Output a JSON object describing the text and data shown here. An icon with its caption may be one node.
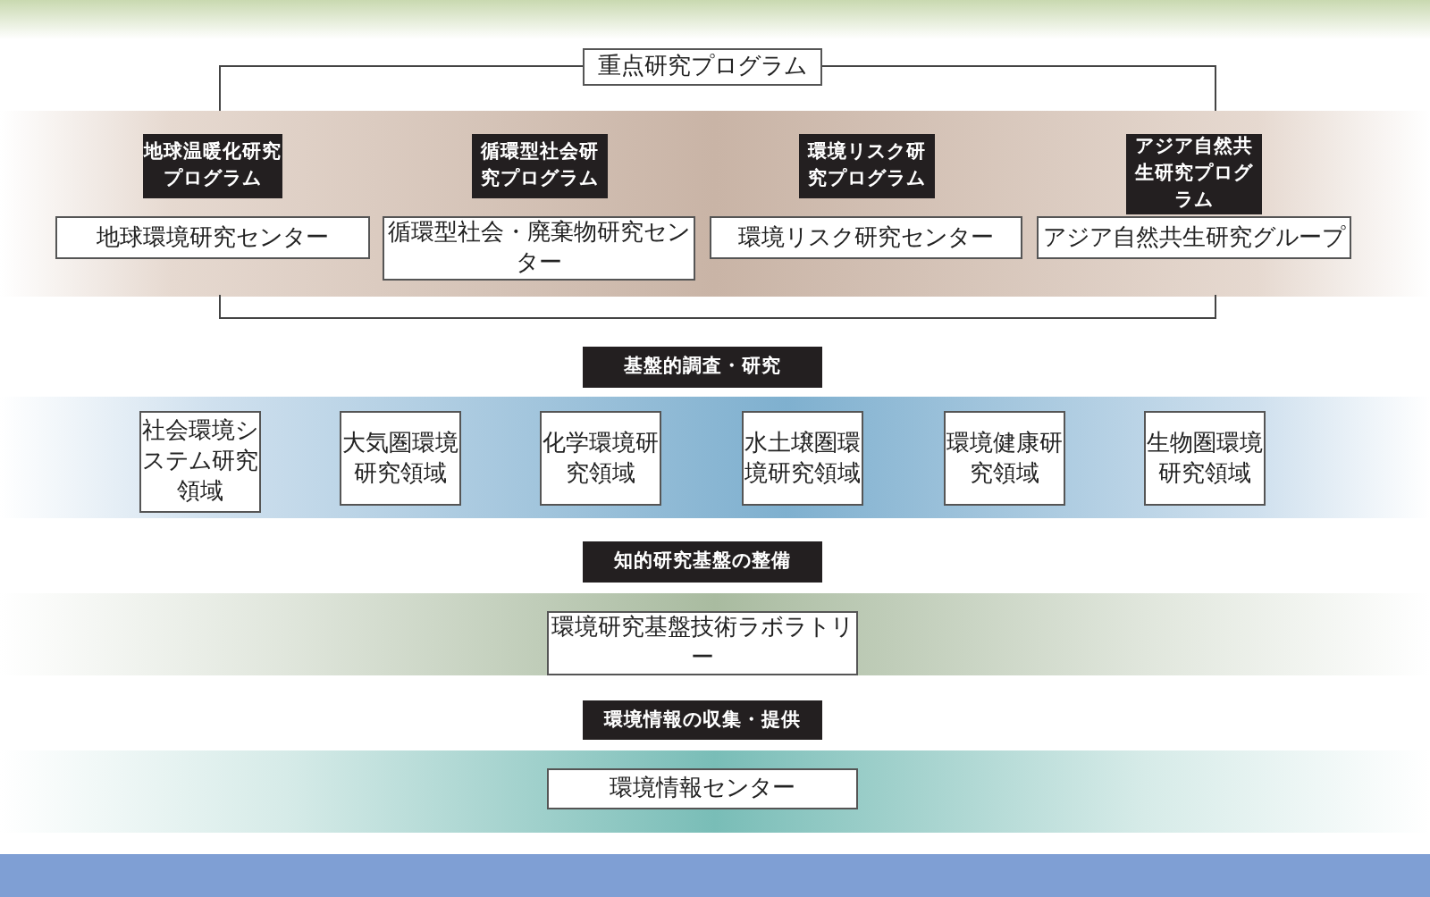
{
  "diagram": {
    "nodes": [
      {
        "text": [
          "重点研究プログラム"
        ]
      },
      {
        "text": [
          "地球温暖化研究プログラム"
        ]
      },
      {
        "text": [
          "循環型社会研究プログラム"
        ]
      },
      {
        "text": [
          "環境リスク研究プログラム"
        ]
      },
      {
        "text": [
          "アジア自然共生研究プログラム"
        ]
      },
      {
        "text": [
          "地球環境研究センター"
        ]
      },
      {
        "text": [
          "循環型社会・廃棄物研究センター"
        ]
      },
      {
        "text": [
          "環境リスク研究センター"
        ]
      },
      {
        "text": [
          "アジア自然共生研究グループ"
        ]
      },
      {
        "text": [
          "基盤的調査・研究"
        ]
      },
      {
        "text": [
          "社会環境システム研究領域"
        ]
      },
      {
        "text": [
          "大気圏環境研究領域"
        ]
      },
      {
        "text": [
          "化学環境研究領域"
        ]
      },
      {
        "text": [
          "水土壌圏環境研究領域"
        ]
      },
      {
        "text": [
          "環境健康研究領域"
        ]
      },
      {
        "text": [
          "生物圏環境研究領域"
        ]
      },
      {
        "text": [
          "知的研究基盤の整備"
        ]
      },
      {
        "text": [
          "環境研究基盤技術ラボラトリー"
        ]
      },
      {
        "text": [
          "環境情報の収集・提供"
        ]
      },
      {
        "text": [
          "環境情報センター"
        ]
      }
    ]
  }
}
